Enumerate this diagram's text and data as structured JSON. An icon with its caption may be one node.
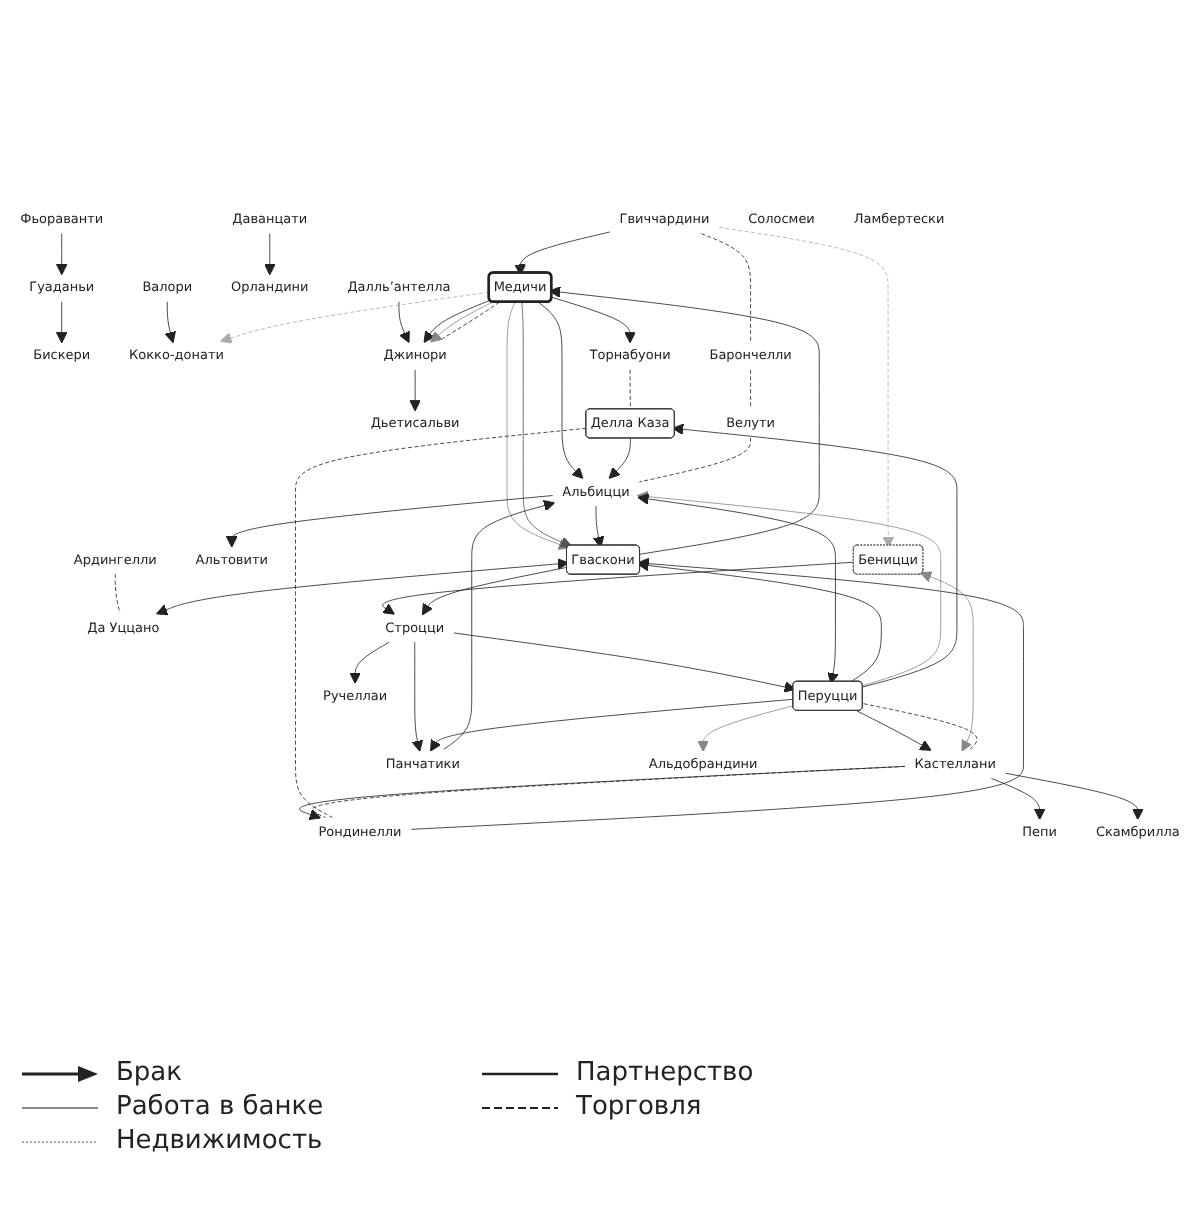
{
  "diagram": {
    "nodes": [
      {
        "text": [
          "Гуаданьи"
        ]
      },
      {
        "text": [
          "Бискери"
        ]
      },
      {
        "text": [
          "Фьораванти"
        ]
      },
      {
        "text": [
          "Далль’антелла"
        ]
      },
      {
        "text": [
          "Дьетисальви"
        ]
      },
      {
        "text": [
          "Даванцати"
        ]
      },
      {
        "text": [
          "Орландини"
        ]
      },
      {
        "text": [
          "Кокко-донати"
        ]
      },
      {
        "text": [
          "Валори"
        ]
      },
      {
        "text": [
          "Джинори"
        ]
      },
      {
        "text": [
          "Гвиччардини"
        ]
      },
      {
        "text": [
          "Торнабуони"
        ]
      },
      {
        "text": [
          "Медичи"
        ]
      },
      {
        "text": [
          "Ардингелли"
        ]
      },
      {
        "text": [
          "Да Уццано"
        ]
      },
      {
        "text": [
          "Альтовити"
        ]
      },
      {
        "text": [
          "Солосмеи"
        ]
      },
      {
        "text": [
          "Рондинелли"
        ]
      },
      {
        "text": [
          "Гваскони"
        ]
      },
      {
        "text": [
          "Альбицци"
        ]
      },
      {
        "text": [
          "Делла Каза"
        ]
      },
      {
        "text": [
          "Пепи"
        ]
      },
      {
        "text": [
          "Кастеллани"
        ]
      },
      {
        "text": [
          "Перуцци"
        ]
      },
      {
        "text": [
          "Скамбрилла"
        ]
      },
      {
        "text": [
          "Беницци"
        ]
      },
      {
        "text": [
          "Строцци"
        ]
      },
      {
        "text": [
          "Панчатики"
        ]
      },
      {
        "text": [
          "Альдобрандини"
        ]
      },
      {
        "text": [
          "Ручеллаи"
        ]
      },
      {
        "text": [
          "Ламбертески"
        ]
      },
      {
        "text": [
          "Барончелли"
        ]
      },
      {
        "text": [
          "Велути"
        ]
      }
    ],
    "edges": [
      {
        "from": 0,
        "to": 1,
        "arrow": "to"
      },
      {
        "from": 2,
        "to": 0,
        "arrow": "to"
      },
      {
        "from": 3,
        "to": 9,
        "arrow": "to"
      },
      {
        "from": 9,
        "to": 4,
        "arrow": "to"
      },
      {
        "from": 5,
        "to": 6,
        "arrow": "to"
      },
      {
        "from": 8,
        "to": 7,
        "arrow": "to"
      },
      {
        "from": 10,
        "to": 12,
        "arrow": "to"
      },
      {
        "from": 12,
        "to": 11,
        "arrow": "to"
      },
      {
        "from": 12,
        "to": 9,
        "arrow": "to"
      },
      {
        "from": 12,
        "to": 9,
        "arrow": "to",
        "color": "#888888"
      },
      {
        "from": 12,
        "to": 9,
        "arrow": "none",
        "style": "dashed"
      },
      {
        "from": 12,
        "to": 7,
        "arrow": "to",
        "style": "dashed",
        "color": "#aaaaaa"
      },
      {
        "from": 18,
        "to": 12,
        "arrow": "to"
      },
      {
        "from": 12,
        "to": 18,
        "arrow": "to",
        "color": "#888888"
      },
      {
        "from": 12,
        "to": 18,
        "arrow": "to",
        "color": "#555555"
      },
      {
        "from": 12,
        "to": 19,
        "arrow": "to"
      },
      {
        "from": 13,
        "to": 14,
        "arrow": "none",
        "style": "dashed"
      },
      {
        "from": 14,
        "to": 18,
        "arrow": "both"
      },
      {
        "from": 17,
        "to": 18,
        "arrow": "to"
      },
      {
        "from": 19,
        "to": 18,
        "arrow": "to"
      },
      {
        "from": 20,
        "to": 19,
        "arrow": "to"
      },
      {
        "from": 19,
        "to": 15,
        "arrow": "to"
      },
      {
        "from": 23,
        "to": 18,
        "arrow": "to"
      },
      {
        "from": 23,
        "to": 22,
        "arrow": "to"
      },
      {
        "from": 22,
        "to": 17,
        "arrow": "to"
      },
      {
        "from": 22,
        "to": 17,
        "arrow": "none",
        "style": "dashed"
      },
      {
        "from": 22,
        "to": 21,
        "arrow": "to"
      },
      {
        "from": 22,
        "to": 24,
        "arrow": "to"
      },
      {
        "from": 22,
        "to": 25,
        "arrow": "both",
        "color": "#888888"
      },
      {
        "from": 22,
        "to": 23,
        "arrow": "none",
        "style": "dashed"
      },
      {
        "from": 25,
        "to": 26,
        "arrow": "to"
      },
      {
        "from": 18,
        "to": 26,
        "arrow": "to"
      },
      {
        "from": 26,
        "to": 23,
        "arrow": "to"
      },
      {
        "from": 26,
        "to": 27,
        "arrow": "to"
      },
      {
        "from": 26,
        "to": 29,
        "arrow": "to"
      },
      {
        "from": 23,
        "to": 27,
        "arrow": "to"
      },
      {
        "from": 23,
        "to": 28,
        "arrow": "to",
        "color": "#888888"
      },
      {
        "from": 23,
        "to": 19,
        "arrow": "to",
        "color": "#888888"
      },
      {
        "from": 23,
        "to": 19,
        "arrow": "both"
      },
      {
        "from": 27,
        "to": 19,
        "arrow": "to"
      },
      {
        "from": 23,
        "to": 20,
        "arrow": "to"
      },
      {
        "from": 10,
        "to": 31,
        "arrow": "none",
        "style": "dashed"
      },
      {
        "from": 31,
        "to": 32,
        "arrow": "none",
        "style": "dashed"
      },
      {
        "from": 32,
        "to": 19,
        "arrow": "none",
        "style": "dashed"
      },
      {
        "from": 11,
        "to": 20,
        "arrow": "none",
        "style": "dashed"
      },
      {
        "from": 20,
        "to": 17,
        "arrow": "none",
        "style": "dashed"
      },
      {
        "from": 10,
        "to": 25,
        "arrow": "to",
        "style": "dashed",
        "color": "#aaaaaa"
      }
    ],
    "legend": [
      {
        "text": "Брак"
      },
      {
        "text": "Партнерство"
      },
      {
        "text": "Работа в банке"
      },
      {
        "text": "Торговля"
      },
      {
        "text": "Недвижимость"
      }
    ]
  }
}
